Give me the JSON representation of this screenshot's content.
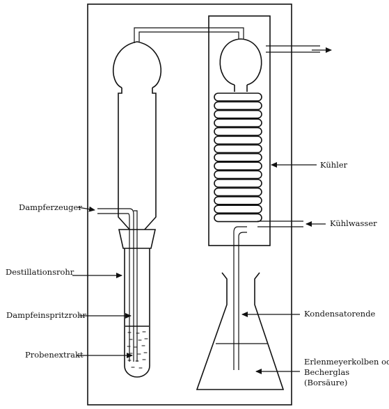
{
  "labels": {
    "dampferzeuger": "Dampferzeuger",
    "destillationsrohr": "Destillationsrohr",
    "dampfeinspritzrohr": "Dampfeinspritzrohr",
    "probenextrakt": "Probenextrakt",
    "kuehler": "Kühler",
    "kuehlwasser": "Kühlwasser",
    "kondensatorende": "Kondensatorende",
    "erlenmeyer_line1": "Erlenmeyerkolben oder",
    "erlenmeyer_line2": "Becherglas",
    "erlenmeyer_line3": "(Borsäure)"
  },
  "colors": {
    "stroke": "#111111",
    "background": "#ffffff"
  }
}
